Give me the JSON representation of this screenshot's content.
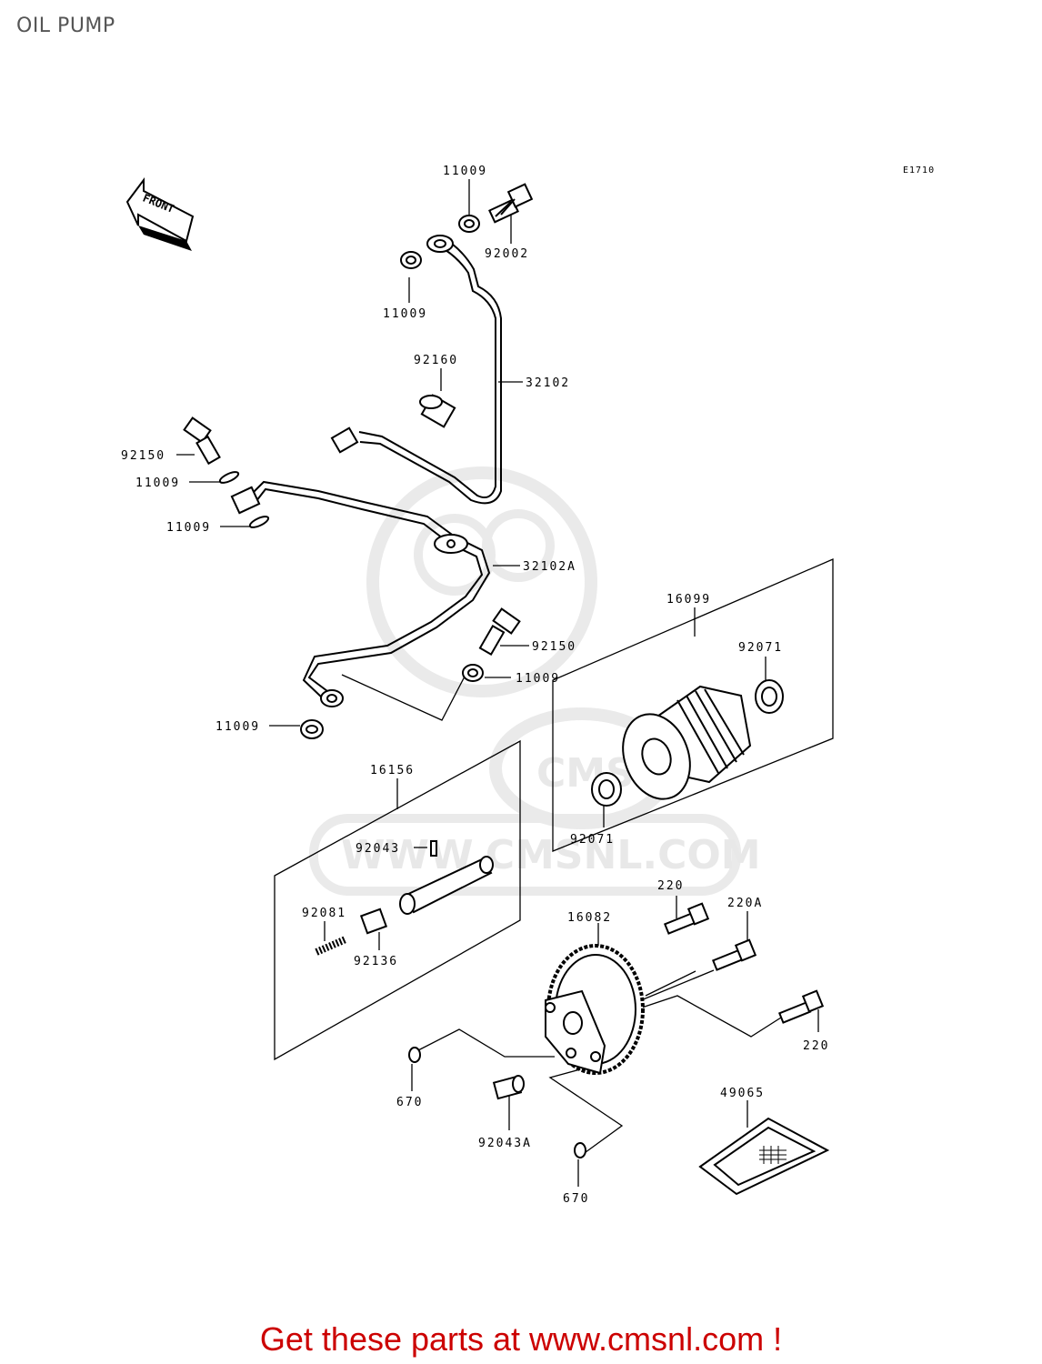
{
  "page": {
    "title": "OIL PUMP"
  },
  "diagram": {
    "code": "E1710",
    "front_label": "FRONT",
    "watermark": {
      "brand": "CMS",
      "url": "WWW.CMSNL.COM"
    },
    "labels": {
      "p11009_a": "11009",
      "p92002": "92002",
      "p11009_b": "11009",
      "p92160": "92160",
      "p32102": "32102",
      "p92150_a": "92150",
      "p11009_c": "11009",
      "p11009_d": "11009",
      "p32102a": "32102A",
      "p16099": "16099",
      "p92071_a": "92071",
      "p92150_b": "92150",
      "p11009_e": "11009",
      "p11009_f": "11009",
      "p16156": "16156",
      "p92071_b": "92071",
      "p92043": "92043",
      "p220_a": "220",
      "p220a": "220A",
      "p16082": "16082",
      "p92081": "92081",
      "p92136": "92136",
      "p220_b": "220",
      "p49065": "49065",
      "p670_a": "670",
      "p92043a": "92043A",
      "p670_b": "670"
    }
  },
  "footer": {
    "cta": "Get these parts at www.cmsnl.com !"
  }
}
